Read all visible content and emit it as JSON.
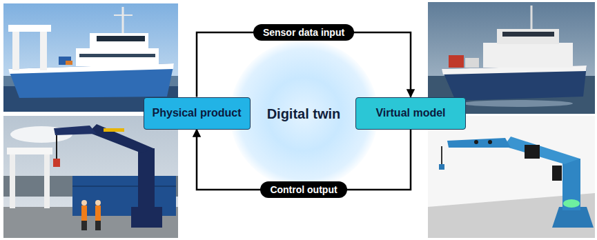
{
  "diagram": {
    "nodes": [
      {
        "text": [
          "Physical product"
        ]
      },
      {
        "text": [
          "Digital twin"
        ]
      },
      {
        "text": [
          "Virtual model"
        ]
      }
    ],
    "edges": [
      {
        "from": 0,
        "to": 2,
        "arrow": "to",
        "label": "Sensor data input"
      },
      {
        "from": 2,
        "to": 0,
        "arrow": "to",
        "label": "Control output"
      }
    ]
  }
}
